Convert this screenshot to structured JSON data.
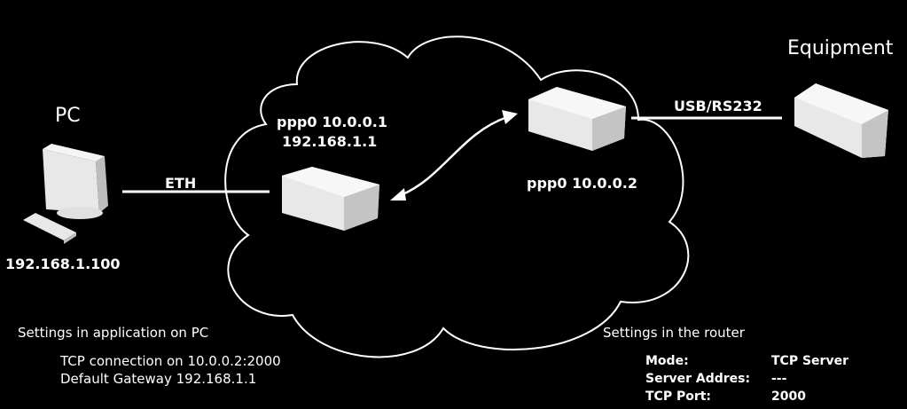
{
  "pc": {
    "title": "PC",
    "ip": "192.168.1.100"
  },
  "links": {
    "eth": "ETH",
    "usb": "USB/RS232"
  },
  "router_left": {
    "ppp": "ppp0 10.0.0.1",
    "ip": "192.168.1.1"
  },
  "router_right": {
    "ppp": "ppp0 10.0.0.2"
  },
  "equipment": {
    "title": "Equipment"
  },
  "pc_settings": {
    "heading": "Settings in application on PC",
    "lines": [
      "TCP connection on 10.0.0.2:2000",
      "Default Gateway 192.168.1.1"
    ]
  },
  "router_settings": {
    "heading": "Settings in the router",
    "rows": [
      {
        "key": "Mode:",
        "value": "TCP Server"
      },
      {
        "key": "Server Addres:",
        "value": "---"
      },
      {
        "key": "TCP Port:",
        "value": "2000"
      }
    ]
  },
  "colors": {
    "background": "#000000",
    "foreground": "#ffffff",
    "device_fill": "#e8e8e8"
  },
  "icons": [
    "cloud-icon",
    "monitor-icon",
    "keyboard-icon",
    "router-icon",
    "equipment-icon"
  ]
}
